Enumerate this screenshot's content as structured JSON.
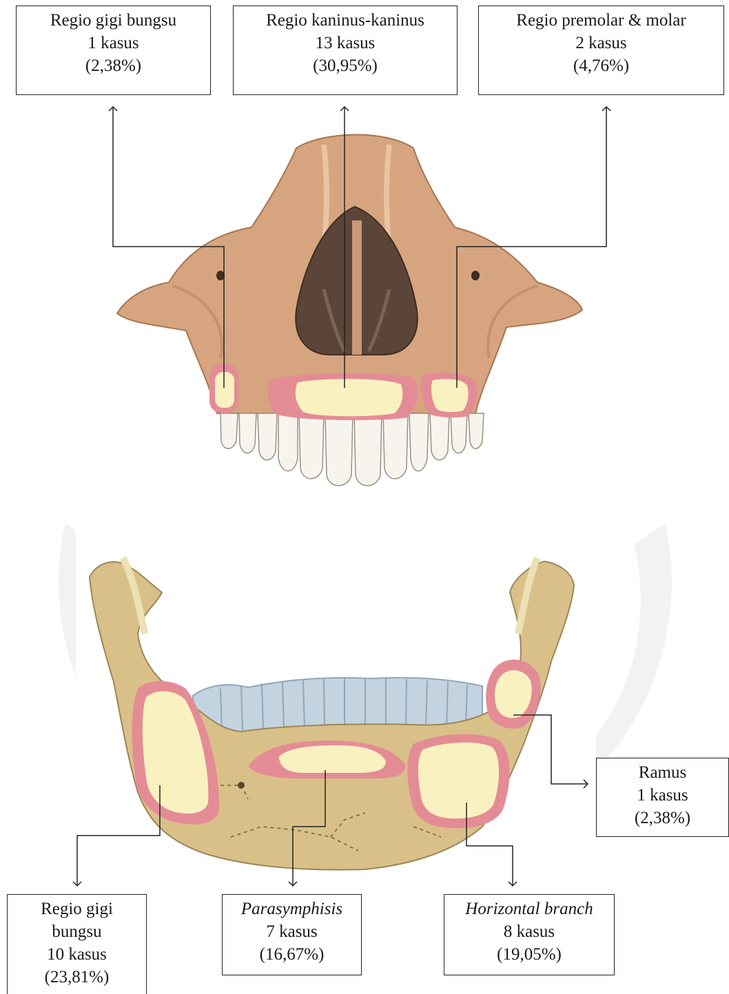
{
  "maxilla": {
    "labels": [
      {
        "id": "gigi-bungsu",
        "lines": [
          "Regio gigi bungsu",
          "1 kasus",
          "(2,38%)"
        ]
      },
      {
        "id": "kaninus",
        "lines": [
          "Regio kaninus-kaninus",
          "13 kasus",
          "(30,95%)"
        ]
      },
      {
        "id": "premolar-molar",
        "lines": [
          "Regio premolar & molar",
          "2 kasus",
          "(4,76%)"
        ]
      }
    ]
  },
  "mandible": {
    "labels": [
      {
        "id": "ramus",
        "lines": [
          "Ramus",
          "1 kasus",
          "(2,38%)"
        ]
      },
      {
        "id": "gigi-bungsu",
        "lines": [
          "Regio gigi",
          "bungsu",
          "10 kasus",
          "(23,81%)"
        ]
      },
      {
        "id": "parasymphisis",
        "lines": [
          "Parasymphisis",
          "7 kasus",
          "(16,67%)"
        ]
      },
      {
        "id": "horizontal-branch",
        "lines": [
          "Horizontal branch",
          "8 kasus",
          "(19,05%)"
        ]
      }
    ]
  },
  "colors": {
    "bone": "#d6a57f",
    "bone_dark": "#a8744f",
    "mandible_bone": "#d9c089",
    "gum_blue": "#c3d3df",
    "fracture_outer": "#e48c95",
    "fracture_inner": "#faf1c0",
    "line": "#222222"
  }
}
